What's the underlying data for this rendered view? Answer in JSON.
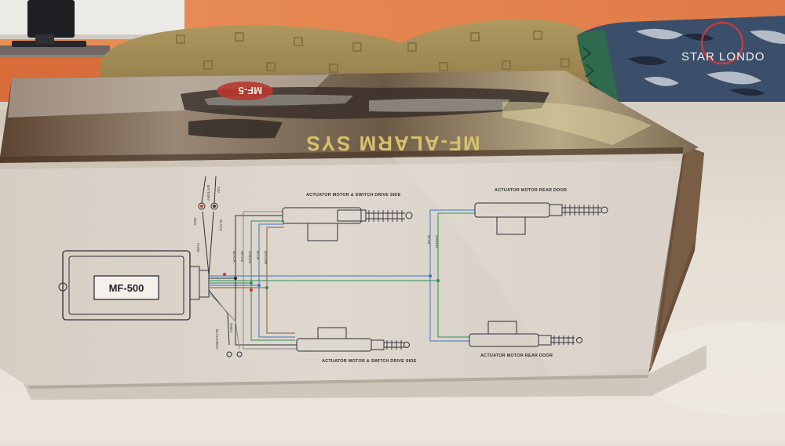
{
  "photo": {
    "box": {
      "module_label": "MF-500",
      "brand_banner": "MF-ALARM SYS",
      "brand_top_fragment": "MF-5",
      "diagram": {
        "actuator_labels": [
          "ACTUATOR MOTOR & SWITCH DRIVE SIDE",
          "ACTUATOR MOTOR REAR DOOR",
          "ACTUATOR MOTOR & SWITCH DRIVE SIDE",
          "ACTUATOR MOTOR REAR DOOR"
        ],
        "power_labels": [
          "BATTERY",
          "12V",
          "FUSE",
          "RED",
          "BLACK"
        ],
        "wire_colors_left": [
          "BLACK",
          "WHITE",
          "GREEN",
          "BLUE",
          "BROWN"
        ],
        "wire_colors_right": [
          "BLUE",
          "GREEN"
        ],
        "switch_labels": [
          "BLACK/RED",
          "GREY"
        ]
      }
    },
    "background_sign": "STAR LONDO"
  },
  "colors": {
    "wall": "#e4824c",
    "sofa": "#a89155",
    "box": "#dad3c9",
    "table": "#e6dfd4"
  }
}
